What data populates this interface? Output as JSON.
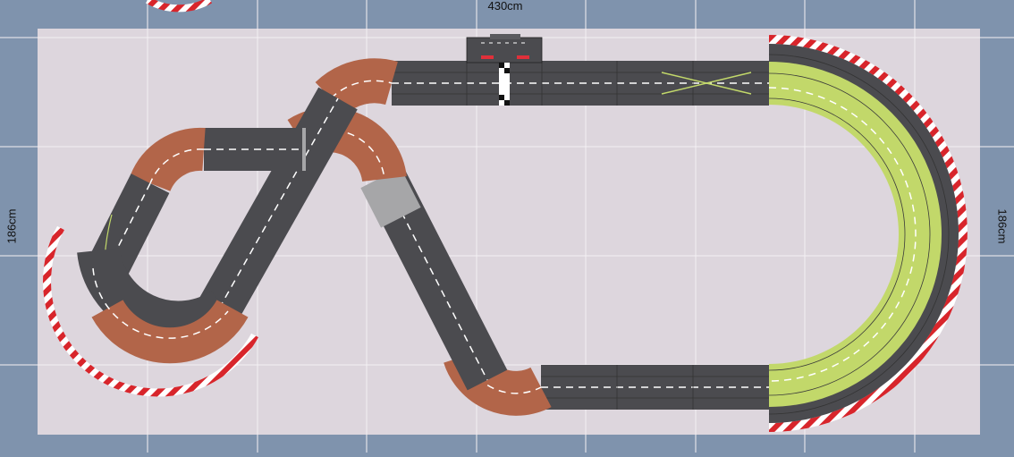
{
  "board": {
    "width_label": "430cm",
    "height_label_left": "186cm",
    "height_label_right": "186cm"
  },
  "colors": {
    "outer_background": "#7f93ad",
    "board_surface": "#ddd6dd",
    "grid_line": "#f4f0f4",
    "asphalt": "#4b4b4f",
    "brown_curve": "#b26549",
    "green_curve": "#c2d86a",
    "gray_patch": "#a6a6a8",
    "lane_dash": "#ffffff",
    "border_red": "#d8252b",
    "border_white": "#ffffff",
    "start_marker_red": "#e0303a"
  },
  "track": {
    "features": [
      "start-finish-straight",
      "lap-counter-gantry",
      "crossover-section",
      "banked-green-curve",
      "figure-eight-bridge-crossing",
      "hairpin-loop",
      "red-white-curbing"
    ]
  }
}
